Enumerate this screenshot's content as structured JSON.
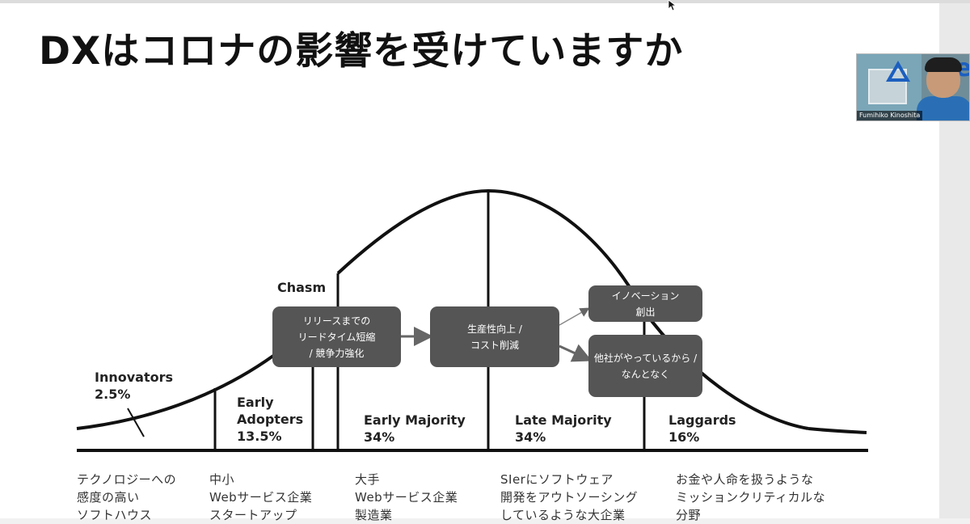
{
  "title": "DXはコロナの影響を受けていますか",
  "chasm_label": "Chasm",
  "segments": [
    {
      "name": "Innovators",
      "pct": "2.5%",
      "desc": [
        "テクノロジーへの",
        "感度の高い",
        "ソフトハウス"
      ]
    },
    {
      "name": "Early Adopters",
      "name_lines": [
        "Early",
        "Adopters"
      ],
      "pct": "13.5%",
      "desc": [
        "中小",
        "Webサービス企業",
        "スタートアップ"
      ]
    },
    {
      "name": "Early Majority",
      "pct": "34%",
      "desc": [
        "大手",
        "Webサービス企業",
        "製造業"
      ]
    },
    {
      "name": "Late Majority",
      "pct": "34%",
      "desc": [
        "SIerにソフトウェア",
        "開発をアウトソーシング",
        "しているような大企業"
      ]
    },
    {
      "name": "Laggards",
      "pct": "16%",
      "desc": [
        "お金や人命を扱うような",
        "ミッションクリティカルな",
        "分野"
      ]
    }
  ],
  "boxes": {
    "release": [
      "リリースまでの",
      "リードタイム短縮",
      "/ 競争力強化"
    ],
    "productivity": [
      "生産性向上 /",
      "コスト削減"
    ],
    "innovation": [
      "イノベーション",
      "創出"
    ],
    "others": [
      "他社がやっているから /",
      "なんとなく"
    ]
  },
  "webcam": {
    "name": "Fumihiko Kinoshita",
    "logo_text": "e"
  }
}
